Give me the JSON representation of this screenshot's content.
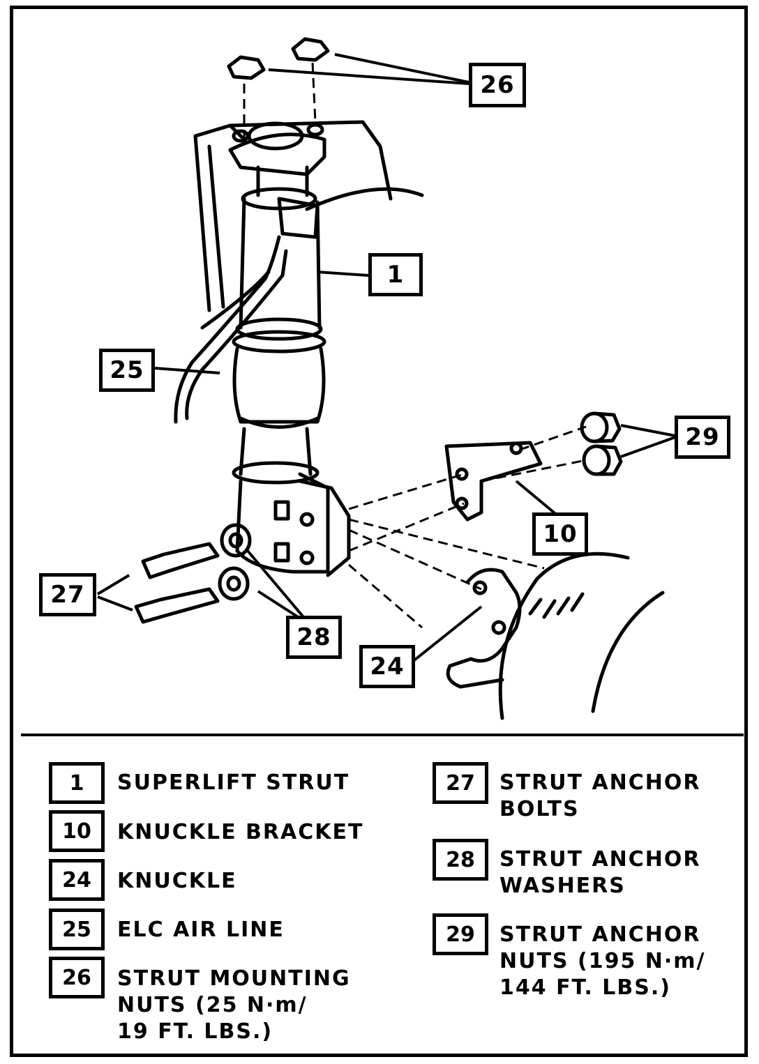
{
  "callouts": {
    "c1": "1",
    "c10": "10",
    "c24": "24",
    "c25": "25",
    "c26": "26",
    "c27": "27",
    "c28": "28",
    "c29": "29"
  },
  "legend": [
    {
      "num": "1",
      "text": "SUPERLIFT   STRUT"
    },
    {
      "num": "10",
      "text": "KNUCKLE BRACKET"
    },
    {
      "num": "24",
      "text": "KNUCKLE"
    },
    {
      "num": "25",
      "text": "ELC AIR LINE"
    },
    {
      "num": "26",
      "text": "STRUT MOUNTING\nNUTS (25 N·m/\n19 FT. LBS.)"
    },
    {
      "num": "27",
      "text": "STRUT ANCHOR\nBOLTS"
    },
    {
      "num": "28",
      "text": "STRUT ANCHOR\nWASHERS"
    },
    {
      "num": "29",
      "text": "STRUT ANCHOR\nNUTS (195 N·m/\n144 FT. LBS.)"
    }
  ]
}
